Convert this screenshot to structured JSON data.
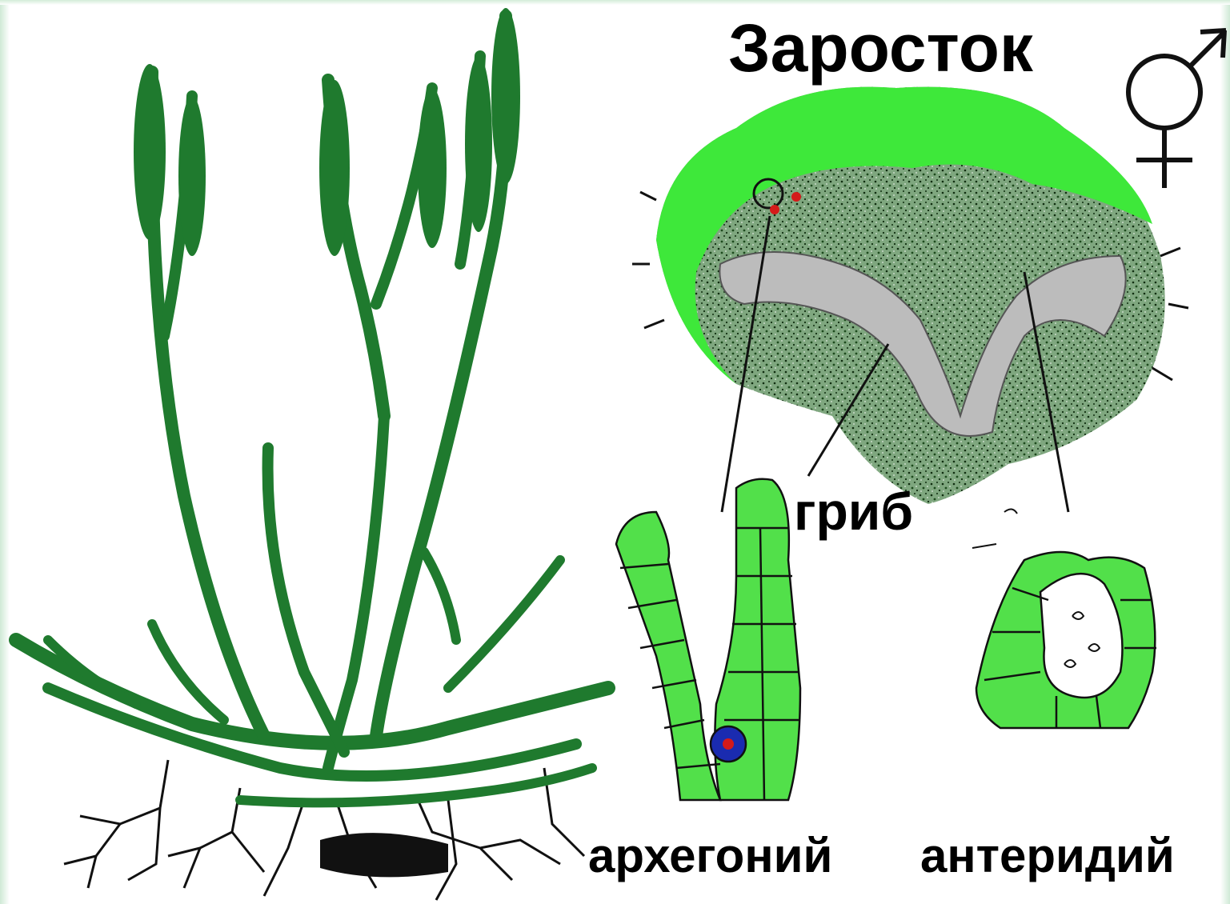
{
  "title": "Заросток",
  "labels": {
    "fungus": "гриб",
    "archegonium": "архегоний",
    "antheridium": "антеридий"
  },
  "symbols": {
    "male_female": "male-female-symbol"
  },
  "colors": {
    "plant_dark_green": "#1f7a2e",
    "prothallus_bright_green": "#3ee83a",
    "cell_green": "#52e04a",
    "fungus_gray": "#bcbcbc",
    "egg_blue": "#1a2bb0",
    "egg_red": "#d41a1a"
  }
}
